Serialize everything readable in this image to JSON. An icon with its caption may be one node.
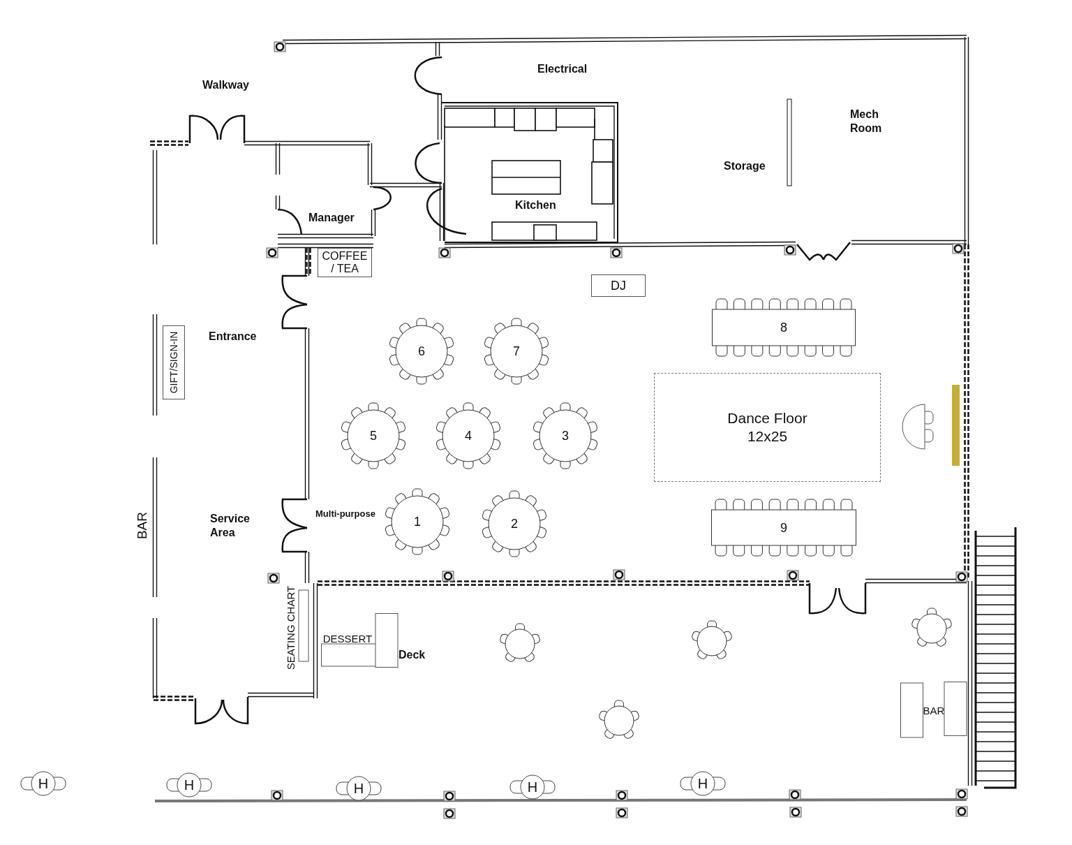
{
  "diagram": {
    "nodes": [
      {
        "text": [
          "COFFEE / TEA"
        ]
      },
      {
        "text": [
          "DJ"
        ]
      },
      {
        "text": [
          "8"
        ]
      },
      {
        "text": [
          "GIFT/SIGN-IN"
        ]
      },
      {
        "text": [
          "6"
        ]
      },
      {
        "text": [
          "7"
        ]
      },
      {
        "text": [
          "5"
        ]
      },
      {
        "text": [
          "4"
        ]
      },
      {
        "text": [
          "3"
        ]
      },
      {
        "text": [
          "Dance Floor 12x25"
        ]
      },
      {
        "text": [],
        "shape": "semicircle"
      },
      {
        "text": [
          "1"
        ]
      },
      {
        "text": [
          "2"
        ]
      },
      {
        "text": [
          "9"
        ]
      },
      {
        "text": [
          "SEATING CHART"
        ]
      },
      {
        "text": [
          "DESSERT"
        ]
      },
      {
        "text": [],
        "shape": "circle"
      },
      {
        "text": [],
        "shape": "circle"
      },
      {
        "text": [],
        "shape": "circle"
      },
      {
        "text": [],
        "shape": "circle"
      },
      {
        "text": [
          "BAR"
        ]
      },
      {
        "text": [
          "H"
        ]
      },
      {
        "text": [
          "H"
        ]
      },
      {
        "text": [
          "H"
        ]
      },
      {
        "text": [
          "H"
        ]
      },
      {
        "text": [
          "H"
        ]
      }
    ],
    "labels": [
      "Walkway",
      "Electrical",
      "Mech Room",
      "Storage",
      "Manager",
      "Kitchen",
      "Entrance",
      "Multi-purpose",
      "Service Area",
      "BAR",
      "Deck"
    ]
  }
}
